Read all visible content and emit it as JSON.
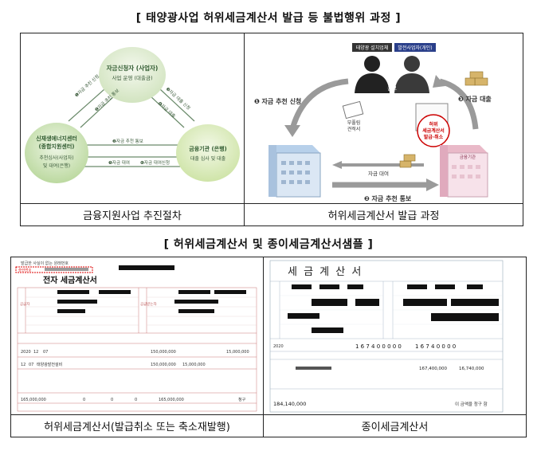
{
  "section1": {
    "title": "[ 태양광사업 허위세금계산서 발급 등 불법행위 과정 ]",
    "left_caption": "금융지원사업 추진절차",
    "right_caption": "허위세금계산서 발급 과정",
    "flow": {
      "top_node": [
        "자금신청자 (사업자)",
        "사업 운영 (대출금)"
      ],
      "left_node": [
        "신재생에너지센터",
        "(종합지원센터)",
        "추천심사(사업자)",
        "및 대여(은행)"
      ],
      "right_node": [
        "금융기관 (은행)",
        "대출 심사 및 대출"
      ],
      "arrows": [
        "❶자금 추천 신청",
        "❷자금 추천 통보",
        "❸자금 대출 신청",
        "❹자금 대출",
        "❺자금 대여",
        "❻자금 대여신청",
        "❷자금 추천 통보"
      ]
    },
    "scheme": {
      "person_left": "태양광 설치업체",
      "person_right": "발전사업자(개인)",
      "conspiracy": "공모",
      "doc": [
        "부풀림",
        "견적서"
      ],
      "fake_invoice": [
        "허위",
        "세금계산서",
        "발급·취소"
      ],
      "step1": "❶ 자금 추천 신청",
      "step2": "❷ 자금 추천 통보",
      "step3": "❸ 자금 대출",
      "loan": "자금 대여",
      "bank": "금융기관"
    }
  },
  "section2": {
    "title": "[ 허위세금계산서 및 종이세금계산서샘플 ]",
    "left_caption": "허위세금계산서(발급취소 또는 축소재발행)",
    "right_caption": "종이세금계산서",
    "einvoice": {
      "top_note": "발급한 사실이 없는 원래번호",
      "approval": "승인번호",
      "heading": "전자 세금계산서",
      "col_supplier": "공급자",
      "col_receiver": "공급받는자",
      "amount_row": [
        "2020",
        "12",
        "07",
        "150,000,000",
        "15,000,000"
      ],
      "item_row": [
        "12",
        "07",
        "태양광발전설비",
        "150,000,000",
        "15,000,000"
      ],
      "total": [
        "165,000,000",
        "0",
        "0",
        "0",
        "165,000,000"
      ],
      "claim": "청구"
    },
    "paper": {
      "heading": "세 금 계 산 서",
      "year": "2020",
      "amount": "1 6 7 4 0 0 0 0 0",
      "tax": "1 6 7 4 0 0 0 0",
      "supply": "167,400,000",
      "vat": "16,740,000",
      "total": "184,140,000",
      "claim": "이 금액을  청구 함"
    }
  }
}
